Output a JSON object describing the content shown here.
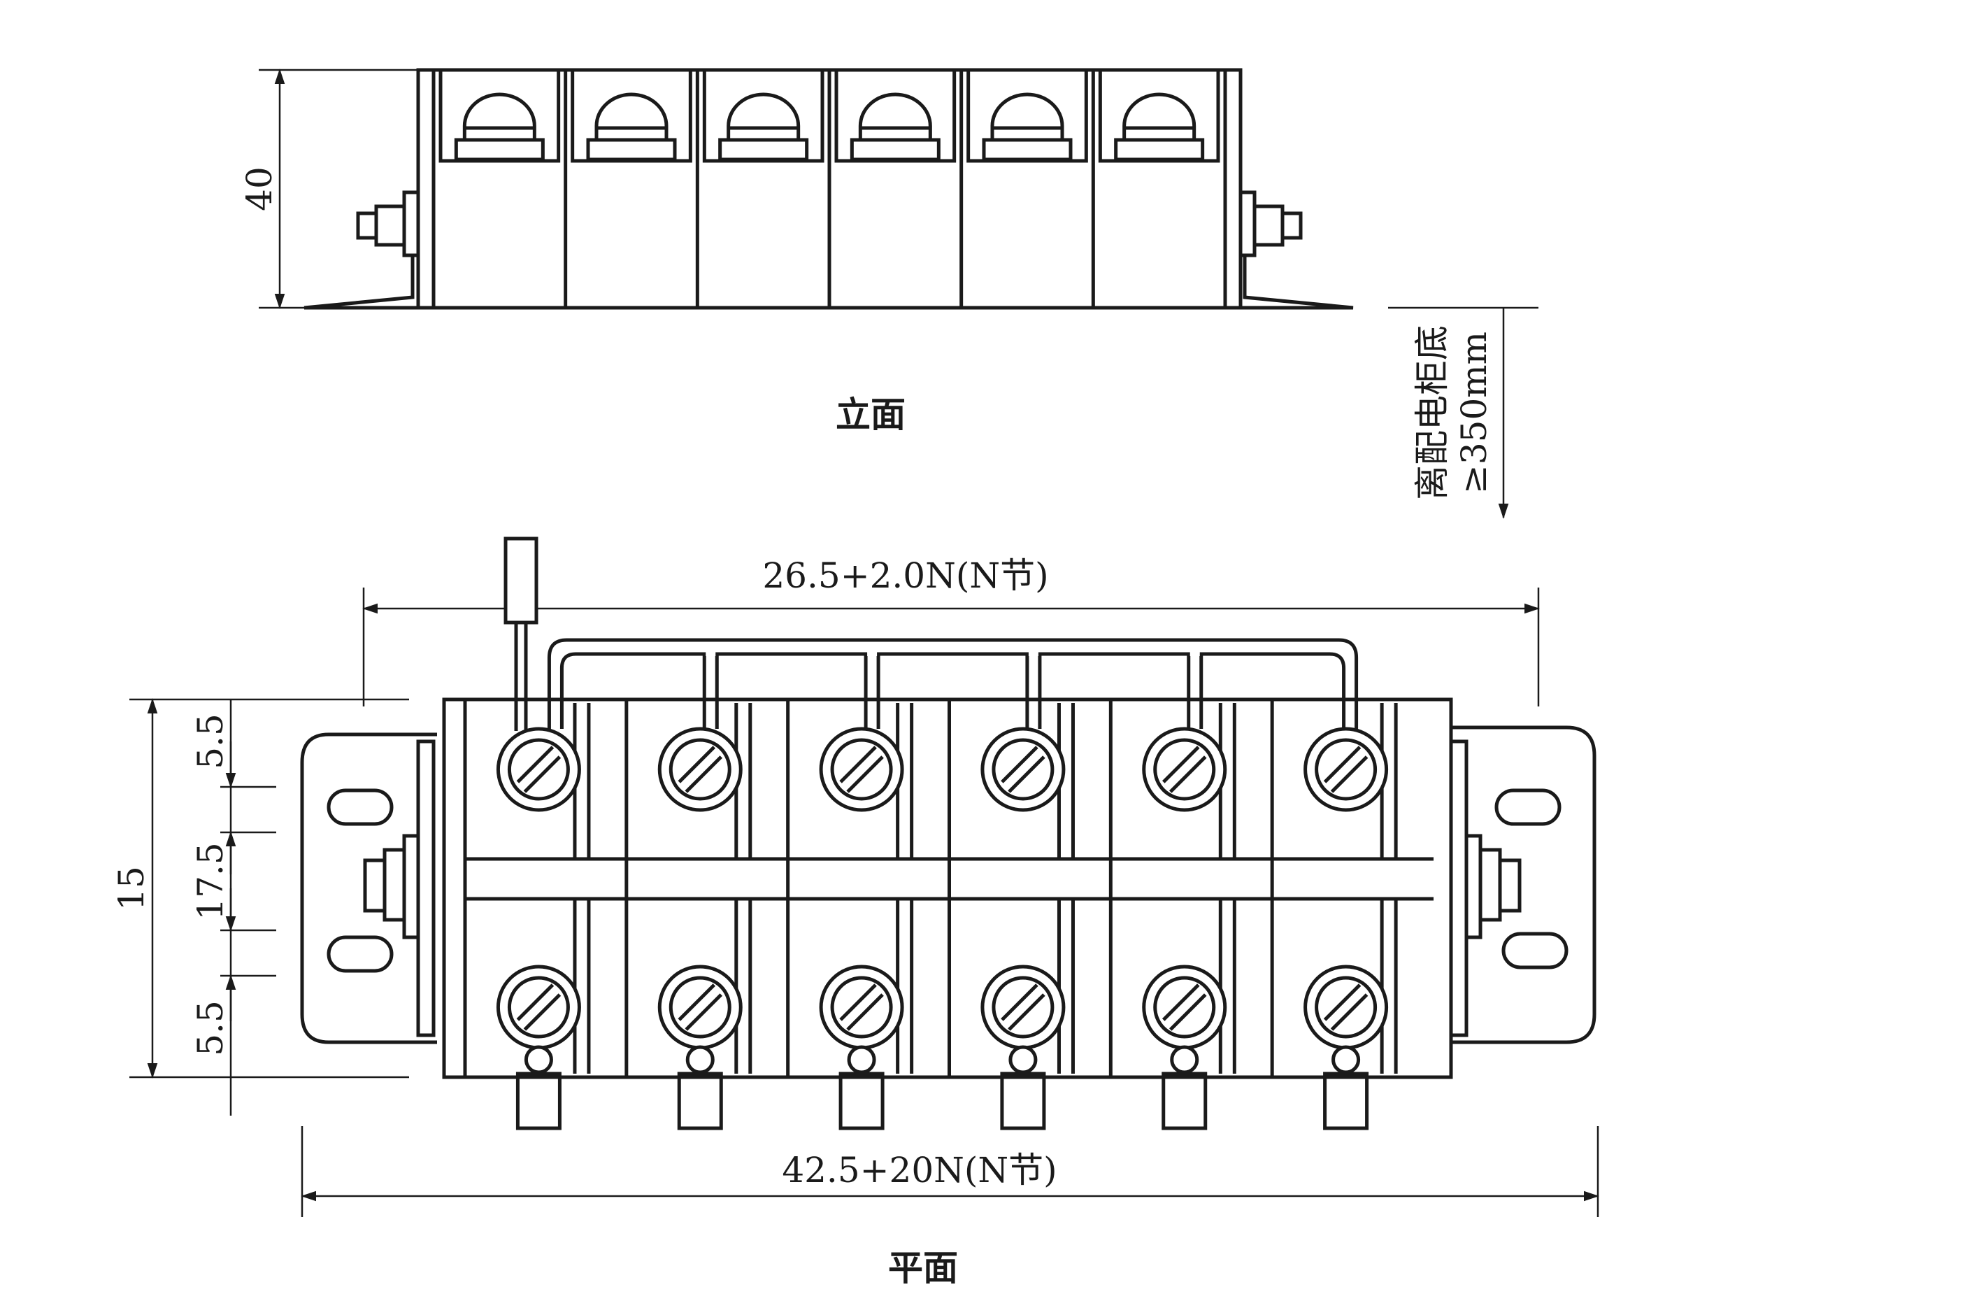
{
  "elevation": {
    "caption": "立面",
    "height_dim": "40",
    "module_count": 6
  },
  "plan": {
    "caption": "平面",
    "top_dim": "26.5+2.0N(N节)",
    "bottom_dim": "42.5+20N(N节)",
    "left_total_dim": "15",
    "left_dims": [
      "5.5",
      "17.5",
      "5.5"
    ],
    "module_count": 6
  },
  "clearance": {
    "line1": "离配电柜底",
    "line2": "≥350mm"
  },
  "colors": {
    "line": "#1a1a1a",
    "background": "#ffffff"
  }
}
